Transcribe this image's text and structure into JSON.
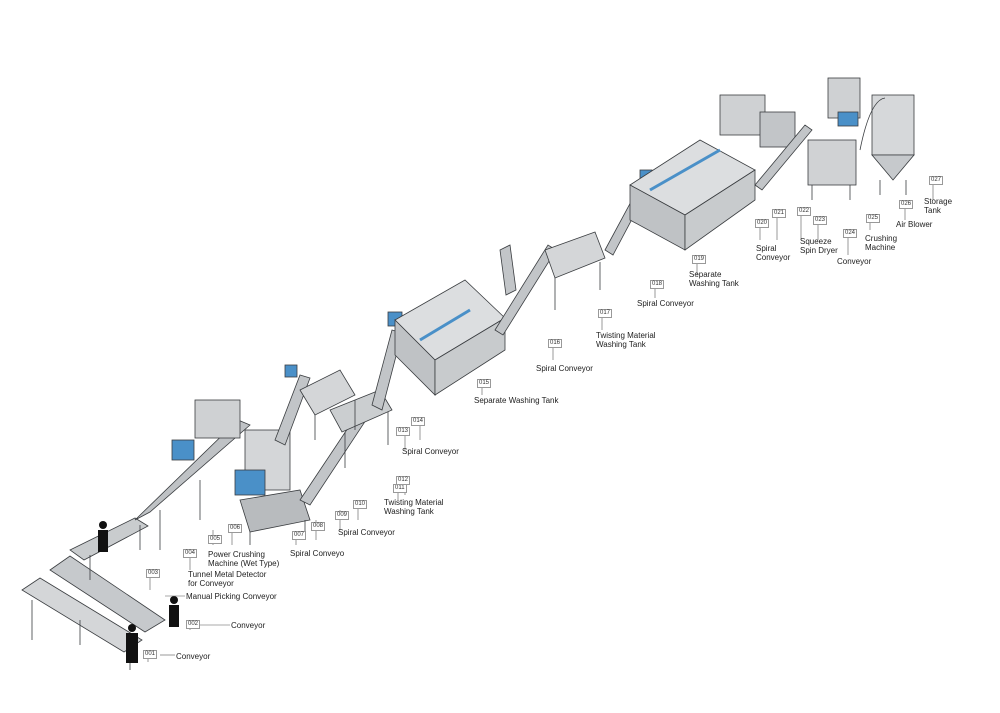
{
  "labels": [
    {
      "num": "001",
      "name": "Conveyor"
    },
    {
      "num": "002",
      "name": "Conveyor"
    },
    {
      "num": "003",
      "name": "Manual Picking Conveyor"
    },
    {
      "num": "004",
      "name": "Tunnel Metal Detector\nfor Conveyor"
    },
    {
      "num": "005",
      "name": ""
    },
    {
      "num": "006",
      "name": "Power Crushing\nMachine (Wet Type)"
    },
    {
      "num": "007",
      "name": ""
    },
    {
      "num": "008",
      "name": "Spiral Conveyo"
    },
    {
      "num": "009",
      "name": ""
    },
    {
      "num": "010",
      "name": "Spiral Conveyor"
    },
    {
      "num": "011",
      "name": ""
    },
    {
      "num": "012",
      "name": "Twisting Material\nWashing Tank"
    },
    {
      "num": "013",
      "name": ""
    },
    {
      "num": "014",
      "name": "Spiral Conveyor"
    },
    {
      "num": "015",
      "name": "Separate Washing Tank"
    },
    {
      "num": "016",
      "name": "Spiral Conveyor"
    },
    {
      "num": "017",
      "name": "Twisting Material\nWashing Tank"
    },
    {
      "num": "018",
      "name": "Spiral Conveyor"
    },
    {
      "num": "019",
      "name": "Separate\nWashing Tank"
    },
    {
      "num": "020",
      "name": ""
    },
    {
      "num": "021",
      "name": "Spiral\nConveyor"
    },
    {
      "num": "022",
      "name": ""
    },
    {
      "num": "023",
      "name": "Squeeze\nSpin Dryer"
    },
    {
      "num": "024",
      "name": "Conveyor"
    },
    {
      "num": "025",
      "name": "Crushing\nMachine"
    },
    {
      "num": "026",
      "name": "Air Blower"
    },
    {
      "num": "027",
      "name": "Storage\nTank"
    }
  ],
  "colors": {
    "machine": "#d4d6d8",
    "machine_dark": "#8c9094",
    "accent": "#4a90c8",
    "outline": "#3a3d40"
  }
}
